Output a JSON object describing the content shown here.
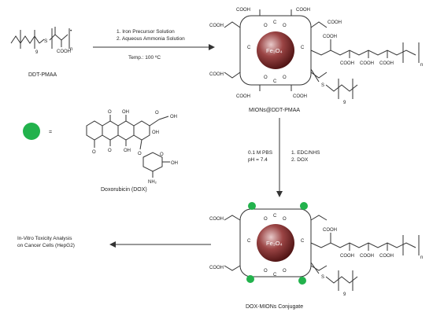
{
  "polymer": {
    "name": "DDT-PMAA",
    "repeat_9": "9",
    "repeat_n": "n",
    "sulfur": "S",
    "acid": "COOH",
    "dot": "•"
  },
  "step1": {
    "line1": "1. Iron Precursor Solution",
    "line2": "2. Aqueous Ammonia Solution",
    "temp": "Temp.: 100 ºC"
  },
  "mion": {
    "core": "Fe₃O₄",
    "label": "MIONs@DDT-PMAA",
    "acid": "COOH",
    "sulfur": "S",
    "oxygen": "O",
    "carbon": "C",
    "repeat_9": "9",
    "repeat_n": "n"
  },
  "legend": {
    "equals": "=",
    "dot_color": "#22b24c"
  },
  "dox": {
    "name": "Doxorubicin (DOX)",
    "o": "O",
    "oh": "OH",
    "nh2": "NH₂"
  },
  "step2": {
    "buffer": "0.1 M PBS",
    "ph": "pH = 7.4",
    "line1": "1. EDC/NHS",
    "line2": "2. DOX"
  },
  "conjugate": {
    "label": "DOX-MIONs Conjugate"
  },
  "step3": {
    "line1": "In-Vitro Toxicity Analysis",
    "line2": "on Cancer Cells (HepG2)"
  },
  "colors": {
    "core_dark": "#5a1616",
    "core_mid": "#9a4444",
    "core_light": "#e8c9c9",
    "dox_green": "#22b24c"
  }
}
